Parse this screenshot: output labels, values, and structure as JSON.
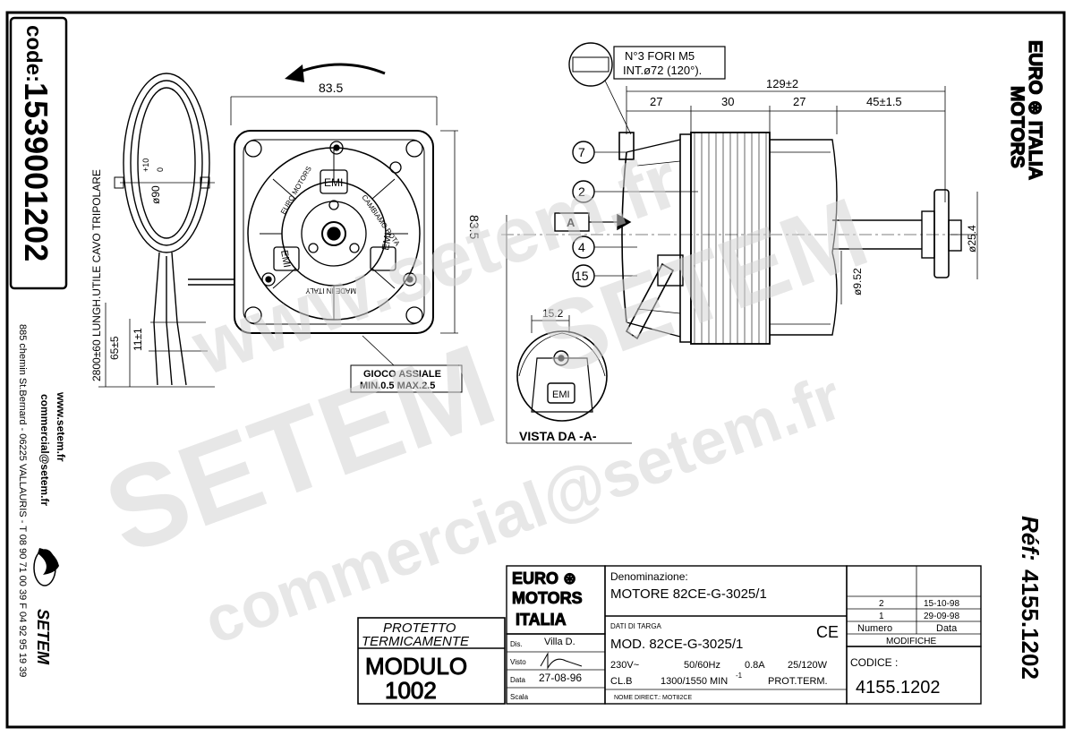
{
  "watermark": {
    "big": "SETEM",
    "url": "www.setem.fr",
    "email": "commercial@setem.fr"
  },
  "left_strip": {
    "code_label": "code:",
    "code_value": "1539001202",
    "address": "885 chemin St.Bernard  -  06225 VALLAURIS  -  T 08 90 71 00 39   F 04 92 95 19 39",
    "website": "www.setem.fr",
    "email": "commercial@setem.fr",
    "company": "SETEM"
  },
  "right_strip": {
    "brand": "EURO ⊛ ITALIA",
    "brand_sub": "MOTORS",
    "ref_label": "Réf:",
    "ref_value": "4155.1202"
  },
  "cable_view": {
    "diameter": "ø90",
    "tolerance": "+10",
    "tolerance_zero": "0",
    "length": "2800±60 LUNGH.UTILE CAVO TRIPOLARE",
    "dim_65": "65±5",
    "dim_11": "11±1"
  },
  "front_view": {
    "width": "83.5",
    "height": "83.5",
    "label_emi_top": "EMI",
    "label_emi_left": "EMI",
    "label_emi_right": "EMI",
    "ring_text_1": "EURO MOTORS",
    "ring_text_2": "CAMBIAMO ROTA",
    "ring_text_3": "MADE IN ITALY",
    "axial_play_title": "GIOCO ASSIALE",
    "axial_play_values": "MIN.0.5  MAX.2.5"
  },
  "side_view": {
    "holes_line1": "N°3 FORI M5",
    "holes_line2": "INT.ø72 (120°).",
    "total_length": "129±2",
    "dim_27a": "27",
    "dim_30": "30",
    "dim_27b": "27",
    "dim_45": "45±1.5",
    "shaft_diameter": "ø9.52",
    "flange_diameter": "ø25.4",
    "callouts": [
      "7",
      "2",
      "4",
      "15"
    ],
    "section_mark": "A"
  },
  "detail_view": {
    "dimension": "15.2",
    "label_emi": "EMI",
    "caption": "VISTA DA  -A-"
  },
  "title_block": {
    "protection_line1": "PROTETTO",
    "protection_line2": "TERMICAMENTE",
    "module_label": "MODULO",
    "module_number": "1002",
    "logo_line1": "EURO ⊛",
    "logo_line2": "MOTORS",
    "logo_line3": "ITALIA",
    "designation_label": "Denominazione:",
    "designation_value": "MOTORE  82CE-G-3025/1",
    "nameplate_label": "DATI DI TARGA",
    "ce_mark": "CE",
    "model": "MOD.  82CE-G-3025/1",
    "spec_voltage": "230V~",
    "spec_freq": "50/60Hz",
    "spec_current": "0.8A",
    "spec_power": "25/120W",
    "spec_class": "CL.B",
    "spec_speed": "1300/1550 MIN",
    "spec_speed_exp": "-1",
    "spec_protection": "PROT.TERM.",
    "direct_name": "NOME DIRECT.: MOT82CE",
    "drawn_label": "Dis.",
    "drawn_value": "Villa D.",
    "checked_label": "Visto",
    "date_label": "Data",
    "date_value": "27-08-96",
    "scale_label": "Scala",
    "revisions": [
      {
        "numero": "2",
        "data": "15-10-98"
      },
      {
        "numero": "1",
        "data": "29-09-98"
      }
    ],
    "rev_col_numero": "Numero",
    "rev_col_data": "Data",
    "modifiche_label": "MODIFICHE",
    "codice_label": "CODICE :",
    "codice_value": "4155.1202"
  }
}
